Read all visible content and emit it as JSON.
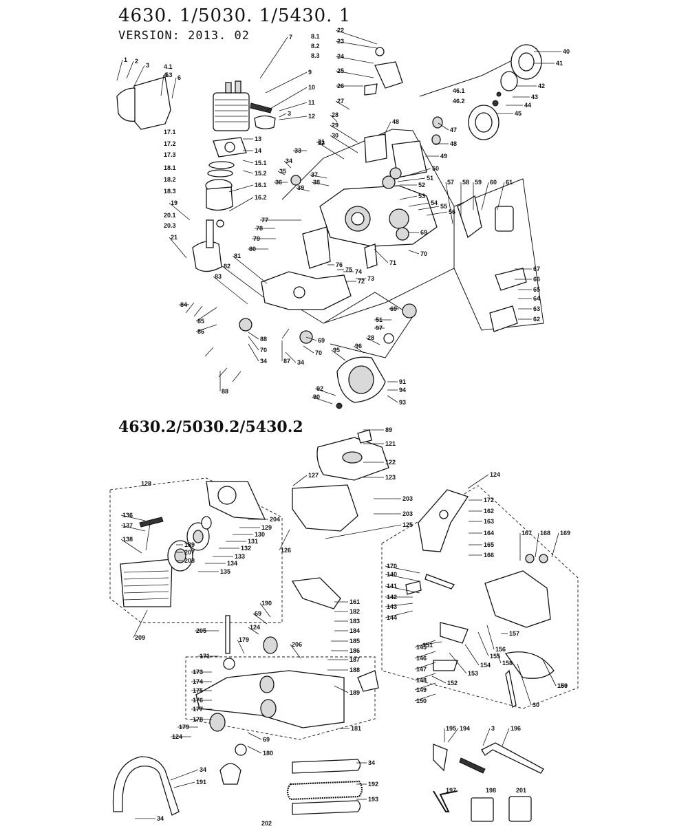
{
  "header": {
    "title": "4630. 1/5030. 1/5430. 1",
    "version": "VERSION:  2013. 02"
  },
  "section2": {
    "title": "4630.2/5030.2/5430.2"
  },
  "labels": [
    "1",
    "2",
    "3",
    "4.1",
    "4.3",
    "5",
    "6",
    "7",
    "8.1",
    "8.2",
    "8.3",
    "9",
    "10",
    "11",
    "3",
    "12",
    "13",
    "14",
    "15.1",
    "15.2",
    "16.1",
    "16.2",
    "17.1",
    "17.2",
    "17.3",
    "18.1",
    "18.2",
    "18.3",
    "19",
    "20.1",
    "20.3",
    "21",
    "22",
    "23",
    "24",
    "25",
    "26",
    "27",
    "28",
    "29",
    "30",
    "31",
    "32",
    "33",
    "34",
    "35",
    "36",
    "37",
    "38",
    "39",
    "40",
    "41",
    "42",
    "43",
    "44",
    "45",
    "46.1",
    "46.2",
    "47",
    "48",
    "48",
    "49",
    "50",
    "51",
    "52",
    "53",
    "54",
    "55",
    "56",
    "57",
    "58",
    "59",
    "60",
    "61",
    "62",
    "63",
    "64",
    "65",
    "66",
    "67",
    "69",
    "70",
    "71",
    "72",
    "73",
    "74",
    "75",
    "76",
    "77",
    "78",
    "79",
    "80",
    "81",
    "82",
    "83",
    "84",
    "85",
    "86",
    "87",
    "88",
    "88",
    "70",
    "34",
    "69",
    "70",
    "34",
    "69",
    "51",
    "97",
    "96",
    "28",
    "95",
    "91",
    "94",
    "93",
    "92",
    "90",
    "89",
    "121",
    "122",
    "123",
    "127",
    "203",
    "203",
    "125",
    "126",
    "128",
    "204",
    "129",
    "130",
    "131",
    "132",
    "133",
    "134",
    "135",
    "136",
    "137",
    "138",
    "139",
    "207",
    "208",
    "209",
    "124",
    "172",
    "162",
    "163",
    "164",
    "165",
    "166",
    "167",
    "168",
    "169",
    "170",
    "140",
    "141",
    "142",
    "143",
    "144",
    "145",
    "146",
    "147",
    "148",
    "149",
    "150",
    "151",
    "152",
    "153",
    "154",
    "155",
    "156",
    "157",
    "158",
    "30",
    "159",
    "160",
    "161",
    "182",
    "183",
    "184",
    "185",
    "186",
    "187",
    "188",
    "189",
    "190",
    "69",
    "124",
    "179",
    "206",
    "205",
    "171",
    "173",
    "174",
    "175",
    "176",
    "177",
    "178",
    "179",
    "124",
    "69",
    "180",
    "181",
    "34",
    "191",
    "34",
    "34",
    "192",
    "193",
    "194",
    "195",
    "3",
    "196",
    "197",
    "198",
    "201",
    "202"
  ]
}
